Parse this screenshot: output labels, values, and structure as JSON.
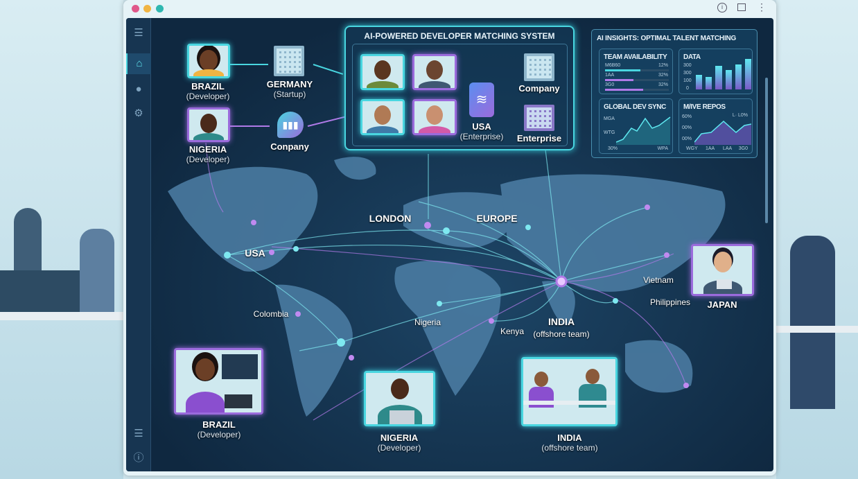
{
  "window": {
    "controls": [
      "close",
      "minimize",
      "maximize"
    ],
    "toolbar_icons": [
      "info-icon",
      "windows-icon",
      "more-vertical-icon"
    ]
  },
  "sidebar": {
    "items": [
      {
        "icon": "menu-icon"
      },
      {
        "icon": "home-icon",
        "active": true
      },
      {
        "icon": "user-icon"
      },
      {
        "icon": "gear-icon"
      }
    ],
    "bottom": [
      {
        "icon": "menu-icon"
      },
      {
        "icon": "info-icon"
      }
    ]
  },
  "left_flow": {
    "brazil": {
      "title": "BRAZIL",
      "subtitle": "(Developer)"
    },
    "nigeria": {
      "title": "NIGERIA",
      "subtitle": "(Developer)"
    },
    "germany": {
      "title": "GERMANY",
      "subtitle": "(Startup)"
    },
    "company": {
      "title": "Conpany"
    }
  },
  "matching": {
    "title": "AI-POWERED DEVELOPER MATCHING SYSTEM",
    "usa": {
      "title": "USA",
      "subtitle": "(Enterprise)"
    },
    "company": "Company",
    "enterprise": "Enterprise"
  },
  "insights": {
    "title": "AI INSIGHTS: OPTIMAL TALENT MATCHING",
    "team_availability": {
      "title": "TEAM AVAILABILITY",
      "rows": [
        {
          "label": "M6B60",
          "value": "12%",
          "fill": 0.55
        },
        {
          "label": "1AA",
          "value": "32%",
          "fill": 0.45
        },
        {
          "label": "3G0",
          "value": "32%",
          "fill": 0.6
        }
      ]
    },
    "data": {
      "title": "DATA",
      "ticks": [
        "300",
        "300",
        "100",
        "0"
      ],
      "values": [
        0.45,
        0.4,
        0.75,
        0.6,
        0.78,
        0.95
      ]
    },
    "global_dev_sync": {
      "title": "GLOBAL DEV SYNC",
      "y_ticks": [
        "MGA",
        "WTG"
      ],
      "x_ticks": [
        "30%",
        "WPA"
      ]
    },
    "active_repos": {
      "title": "M/IVE REPOS",
      "badge": "L· L0%",
      "y_ticks": [
        "60%",
        "00%",
        "00%"
      ],
      "x_ticks": [
        "WGY",
        "1AA",
        "LAA",
        "3G0"
      ]
    }
  },
  "map": {
    "labels": {
      "london": "LONDON",
      "europe": "EUROPE",
      "usa": "USA",
      "colombia": "Colombia",
      "nigeria": "Nigeria",
      "kenya": "Kenya",
      "india": "INDIA",
      "india_sub": "(offshore team)",
      "vietnam": "Vietnam",
      "philippines": "Philippines"
    }
  },
  "cards": {
    "brazil": {
      "title": "BRAZIL",
      "subtitle": "(Developer)"
    },
    "nigeria": {
      "title": "NIGERIA",
      "subtitle": "(Developer)"
    },
    "india": {
      "title": "INDIA",
      "subtitle": "(offshore team)"
    },
    "japan": {
      "title": "JAPAN"
    }
  },
  "colors": {
    "accent_cyan": "#49d6e0",
    "accent_purple": "#9b6bdc",
    "panel_bg": "#0f2840"
  }
}
